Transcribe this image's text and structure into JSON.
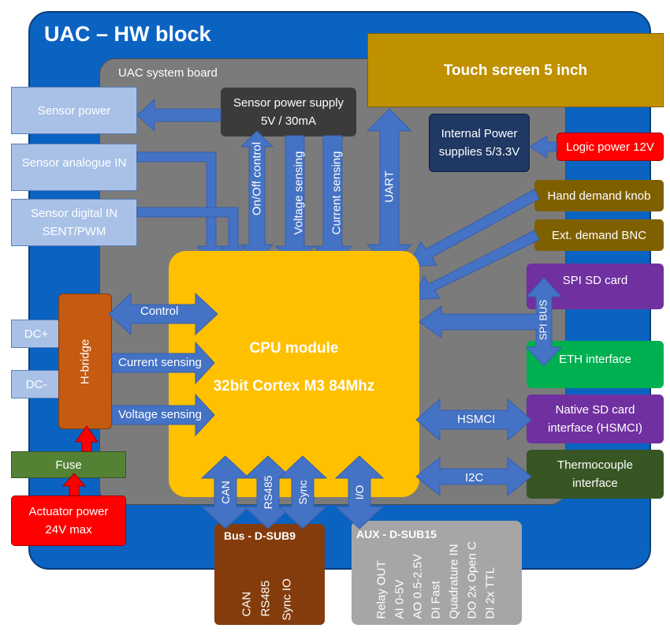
{
  "title": "UAC – HW block",
  "system_board_label": "UAC system board",
  "touch_screen": "Touch screen 5 inch",
  "cpu": {
    "line1": "CPU module",
    "line2": "32bit Cortex M3 84Mhz"
  },
  "sensor_power_supply": {
    "line1": "Sensor power supply",
    "line2": "5V / 30mA"
  },
  "internal_power": {
    "line1": "Internal Power",
    "line2": "supplies 5/3.3V"
  },
  "logic_power": "Logic power 12V",
  "hand_demand": "Hand demand knob",
  "ext_demand": "Ext. demand BNC",
  "spi_sd": "SPI SD card",
  "eth": "ETH interface",
  "native_sd": {
    "line1": "Native SD card",
    "line2": "interface (HSMCI)"
  },
  "thermocouple": {
    "line1": "Thermocouple",
    "line2": "interface"
  },
  "sensor_power": "Sensor power",
  "sensor_analogue": "Sensor analogue IN",
  "sensor_digital": {
    "line1": "Sensor digital IN",
    "line2": "SENT/PWM"
  },
  "dc_plus": "DC+",
  "dc_minus": "DC-",
  "hbridge": "H-bridge",
  "fuse": "Fuse",
  "actuator_power": {
    "line1": "Actuator power",
    "line2": "24V max"
  },
  "bus_dsub9": {
    "title": "Bus - D-SUB9",
    "pins": [
      "CAN",
      "RS485",
      "Sync IO"
    ]
  },
  "aux_dsub15": {
    "title": "AUX - D-SUB15",
    "pins": [
      "Relay OUT",
      "AI 0-5V",
      "AO 0.5-2.5V",
      "DI Fast",
      "Quadrature IN",
      "DO 2x Open C",
      "DI 2x TTL"
    ]
  },
  "arrow_labels": {
    "on_off": "On/Off control",
    "voltage_sensing_v": "Voltage sensing",
    "current_sensing_v": "Current sensing",
    "uart": "UART",
    "control": "Control",
    "current_sensing": "Current sensing",
    "voltage_sensing": "Voltage sensing",
    "spi_bus": "SPI BUS",
    "hsmci": "HSMCI",
    "i2c": "I2C",
    "can": "CAN",
    "rs485": "RS485",
    "sync": "Sync",
    "io": "I/O"
  },
  "colors": {
    "outer_blue": "#0b63c1",
    "system_board_gray": "#7b7b7b",
    "cpu_yellow": "#ffc000",
    "touch_gold": "#bf9000",
    "arrow_blue": "#4472c4",
    "power_red": "#ff0000",
    "purple": "#7030a0",
    "green": "#00b050",
    "dark_green": "#375623",
    "brown_gold": "#7f6000",
    "hbridge_orange": "#c55a11",
    "fuse_green": "#548235",
    "bus_brown": "#843c0c"
  }
}
